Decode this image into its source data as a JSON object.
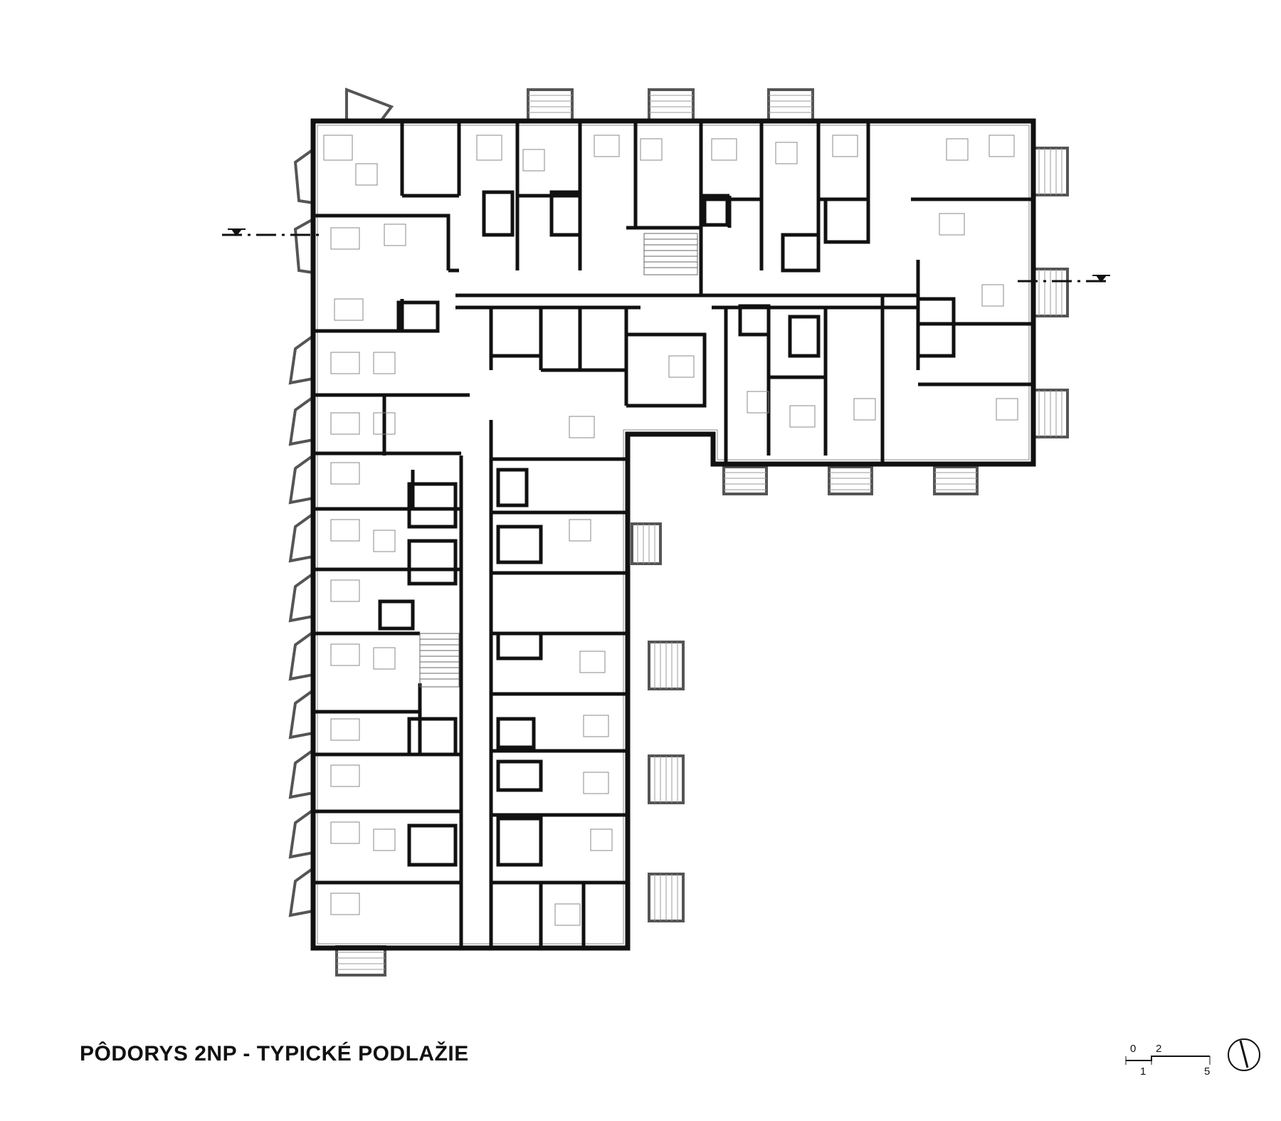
{
  "title": "PÔDORYS 2NP - TYPICKÉ PODLAŽIE",
  "scale_bar": {
    "top_labels": [
      "0",
      "2"
    ],
    "bottom_labels": [
      "1",
      "5"
    ]
  },
  "north_arrow": {
    "icon": "north-arrow-icon"
  },
  "section_markers": [
    {
      "icon": "section-mark-icon"
    },
    {
      "icon": "section-mark-icon"
    }
  ],
  "colors": {
    "wall": "#111111",
    "balcony": "#555555",
    "thin_line": "#777777"
  }
}
